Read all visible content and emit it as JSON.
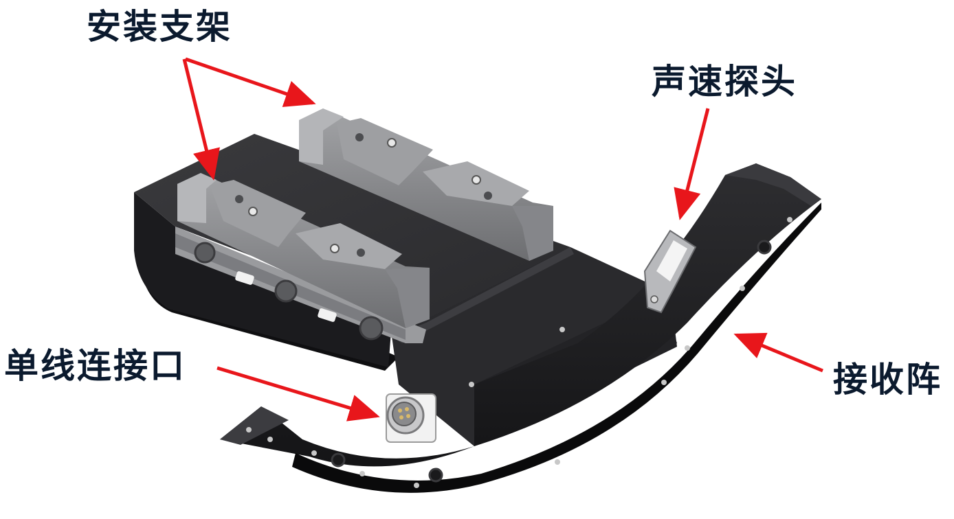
{
  "labels": {
    "mount_bracket": "安装支架",
    "sound_speed_probe": "声速探头",
    "single_wire_connector": "单线连接口",
    "receiver_array": "接收阵"
  },
  "colors": {
    "label_text": "#0b1a2e",
    "arrow": "#e8161b",
    "body_dark": "#2b2b2e",
    "body_black": "#111113",
    "bracket_grey": "#8a8b8e"
  }
}
